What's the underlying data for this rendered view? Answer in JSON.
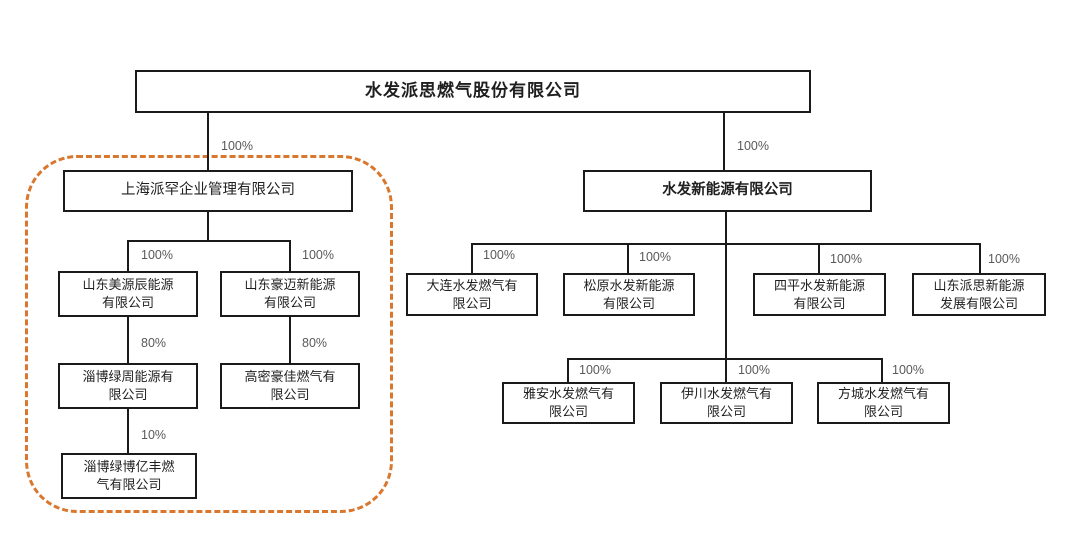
{
  "diagram": {
    "type": "org-chart",
    "colors": {
      "line": "#1a1a1a",
      "pct_text": "#595959",
      "group_outline": "#D9772F"
    },
    "nodes": {
      "root": {
        "label": "水发派思燃气股份有限公司"
      },
      "shanghai": {
        "label": "上海派罕企业管理有限公司",
        "pct": "100%"
      },
      "shuifa_new_energy": {
        "label": "水发新能源有限公司",
        "pct": "100%"
      },
      "meiyuanchen": {
        "label": "山东美源辰能源\n有限公司",
        "pct": "100%"
      },
      "haomai": {
        "label": "山东豪迈新能源\n有限公司",
        "pct": "100%"
      },
      "lvzhou": {
        "label": "淄博绿周能源有\n限公司",
        "pct": "80%"
      },
      "gaomi": {
        "label": "高密豪佳燃气有\n限公司",
        "pct": "80%"
      },
      "lvboyifeng": {
        "label": "淄博绿博亿丰燃\n气有限公司",
        "pct": "10%"
      },
      "dalian": {
        "label": "大连水发燃气有\n限公司",
        "pct": "100%"
      },
      "songyuan": {
        "label": "松原水发新能源\n有限公司",
        "pct": "100%"
      },
      "siping": {
        "label": "四平水发新能源\n有限公司",
        "pct": "100%"
      },
      "paisi_new_energy": {
        "label": "山东派思新能源\n发展有限公司",
        "pct": "100%"
      },
      "yaan": {
        "label": "雅安水发燃气有\n限公司",
        "pct": "100%"
      },
      "yichuan": {
        "label": "伊川水发燃气有\n限公司",
        "pct": "100%"
      },
      "fangcheng": {
        "label": "方城水发燃气有\n限公司",
        "pct": "100%"
      }
    }
  }
}
